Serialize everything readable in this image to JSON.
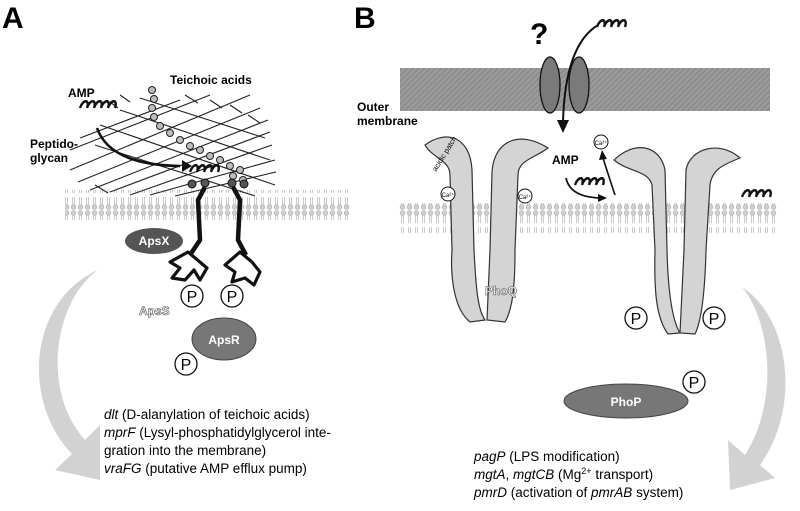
{
  "panel_a": {
    "letter": "A",
    "amp": "AMP",
    "teichoic": "Teichoic acids",
    "peptido_1": "Peptido-",
    "peptido_2": "glycan",
    "apsx": "ApsX",
    "apss": "ApsS",
    "apsr": "ApsR",
    "p": "P",
    "genes": [
      {
        "name": "dlt",
        "desc": " (D-alanylation of teichoic acids)"
      },
      {
        "name": "mprF",
        "desc": " (Lysyl-phosphatidylglycerol inte-"
      },
      {
        "name": "",
        "desc": "gration into the membrane)"
      },
      {
        "name": "vraFG",
        "desc": " (putative AMP efflux pump)"
      }
    ]
  },
  "panel_b": {
    "letter": "B",
    "question": "?",
    "outer_1": "Outer",
    "outer_2": "membrane",
    "acidic": "acidic patch",
    "amp": "AMP",
    "ca": "Ca²⁺",
    "phoq": "PhoQ",
    "phop": "PhoP",
    "p": "P",
    "genes": {
      "pagP_name": "pagP",
      "pagP_desc": " (LPS modification)",
      "mgt_name1": "mgtA",
      "mgt_sep": ", ",
      "mgt_name2": "mgtCB",
      "mgt_desc1": " (Mg",
      "mgt_sup": "2+",
      "mgt_desc2": " transport)",
      "pmrD_name": "pmrD",
      "pmrD_desc1": " (activation of ",
      "pmrD_name2": "pmrAB",
      "pmrD_desc2": " system)"
    }
  }
}
